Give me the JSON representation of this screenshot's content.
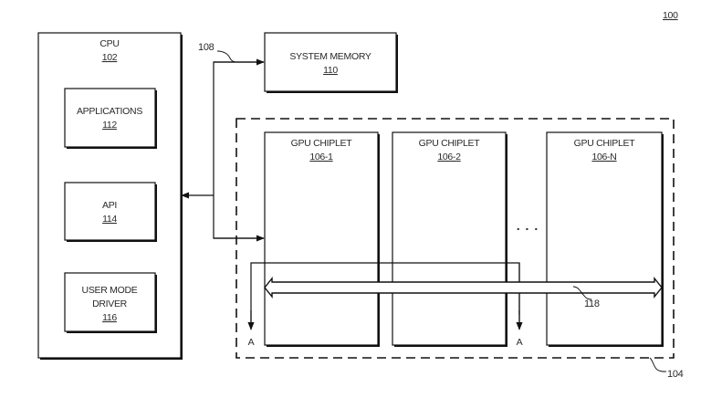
{
  "figure": {
    "ref": "100"
  },
  "cpu": {
    "label": "CPU",
    "ref": "102",
    "blocks": [
      {
        "label_lines": [
          "APPLICATIONS"
        ],
        "ref": "112"
      },
      {
        "label_lines": [
          "API"
        ],
        "ref": "114"
      },
      {
        "label_lines": [
          "USER MODE",
          "DRIVER"
        ],
        "ref": "116"
      }
    ]
  },
  "system_memory": {
    "label": "SYSTEM MEMORY",
    "ref": "110"
  },
  "bus": {
    "ref": "108"
  },
  "gpu_array": {
    "ref": "104",
    "chiplets": [
      {
        "label": "GPU CHIPLET",
        "ref": "106-1"
      },
      {
        "label": "GPU CHIPLET",
        "ref": "106-2"
      },
      {
        "label": "GPU CHIPLET",
        "ref": "106-N"
      }
    ],
    "ellipsis": ". . .",
    "crosslink": {
      "ref": "118"
    },
    "connector_labels": [
      "A",
      "A"
    ]
  },
  "colors": {
    "line": "#111111",
    "text": "#2a2a2a",
    "background": "#ffffff"
  }
}
